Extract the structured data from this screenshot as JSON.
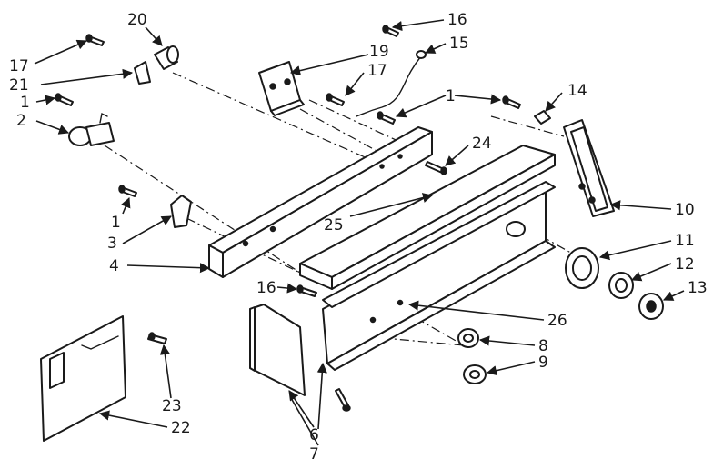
{
  "callouts": {
    "c20": "20",
    "c17a": "17",
    "c21": "21",
    "c1a": "1",
    "c2": "2",
    "c19": "19",
    "c17b": "17",
    "c16a": "16",
    "c15": "15",
    "c1b": "1",
    "c14": "14",
    "c24": "24",
    "c25": "25",
    "c10": "10",
    "c11": "11",
    "c12": "12",
    "c13": "13",
    "c1c": "1",
    "c3": "3",
    "c4": "4",
    "c16b": "16",
    "c26": "26",
    "c8": "8",
    "c9": "9",
    "c23": "23",
    "c22": "22",
    "c6": "6",
    "c7": "7"
  }
}
